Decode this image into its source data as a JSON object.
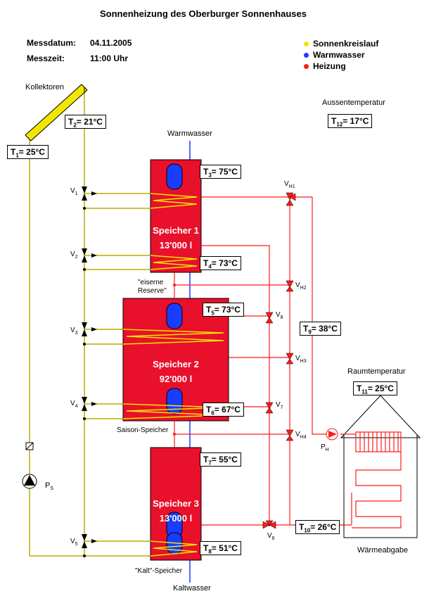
{
  "title": "Sonnenheizung des Oberburger Sonnenhauses",
  "meta": {
    "date_label": "Messdatum:",
    "date_value": "04.11.2005",
    "time_label": "Messzeit:",
    "time_value": "11:00 Uhr"
  },
  "legend": [
    {
      "label": "Sonnenkreislauf",
      "color": "#f2e600"
    },
    {
      "label": "Warmwasser",
      "color": "#1a3cff"
    },
    {
      "label": "Heizung",
      "color": "#ff1a1a"
    }
  ],
  "labels": {
    "kollektoren": "Kollektoren",
    "aussentemperatur": "Aussentemperatur",
    "warmwasser": "Warmwasser",
    "kaltwasser": "Kaltwasser",
    "eiserne_reserve_1": "\"eiserne",
    "eiserne_reserve_2": "Reserve\"",
    "saison_speicher": "Saison-Speicher",
    "kalt_speicher": "\"Kalt\"-Speicher",
    "raumtemperatur": "Raumtemperatur",
    "waermeabgabe": "Wärmeabgabe",
    "pump_s": "P",
    "pump_s_sub": "S",
    "pump_h": "P",
    "pump_h_sub": "H"
  },
  "tanks": [
    {
      "name": "Speicher 1",
      "volume": "13'000 l"
    },
    {
      "name": "Speicher 2",
      "volume": "92'000 l"
    },
    {
      "name": "Speicher 3",
      "volume": "13'000 l"
    }
  ],
  "temperatures": {
    "t1": {
      "sub": "1",
      "value": "= 25°C"
    },
    "t2": {
      "sub": "2",
      "value": "= 21°C"
    },
    "t3": {
      "sub": "3",
      "value": "= 75°C"
    },
    "t4": {
      "sub": "4",
      "value": "= 73°C"
    },
    "t5": {
      "sub": "5",
      "value": "= 73°C"
    },
    "t6": {
      "sub": "6",
      "value": "= 67°C"
    },
    "t7": {
      "sub": "7",
      "value": "= 55°C"
    },
    "t8": {
      "sub": "8",
      "value": "= 51°C"
    },
    "t9": {
      "sub": "9",
      "value": "= 38°C"
    },
    "t10": {
      "sub": "10",
      "value": "= 26°C"
    },
    "t11": {
      "sub": "11",
      "value": "= 25°C"
    },
    "t12": {
      "sub": "12",
      "value": "= 17°C"
    }
  },
  "valves": {
    "v1": "1",
    "v2": "2",
    "v3": "3",
    "v4": "4",
    "v5": "5",
    "v6": "6",
    "v7": "7",
    "v8": "8",
    "vh1": "H1",
    "vh2": "H2",
    "vh3": "H3",
    "vh4": "H4"
  },
  "colors": {
    "solar": "#c8bc00",
    "solar_fill": "#f2e600",
    "water": "#1a3cff",
    "heating": "#ff1a1a",
    "tank": "#e8102a"
  }
}
